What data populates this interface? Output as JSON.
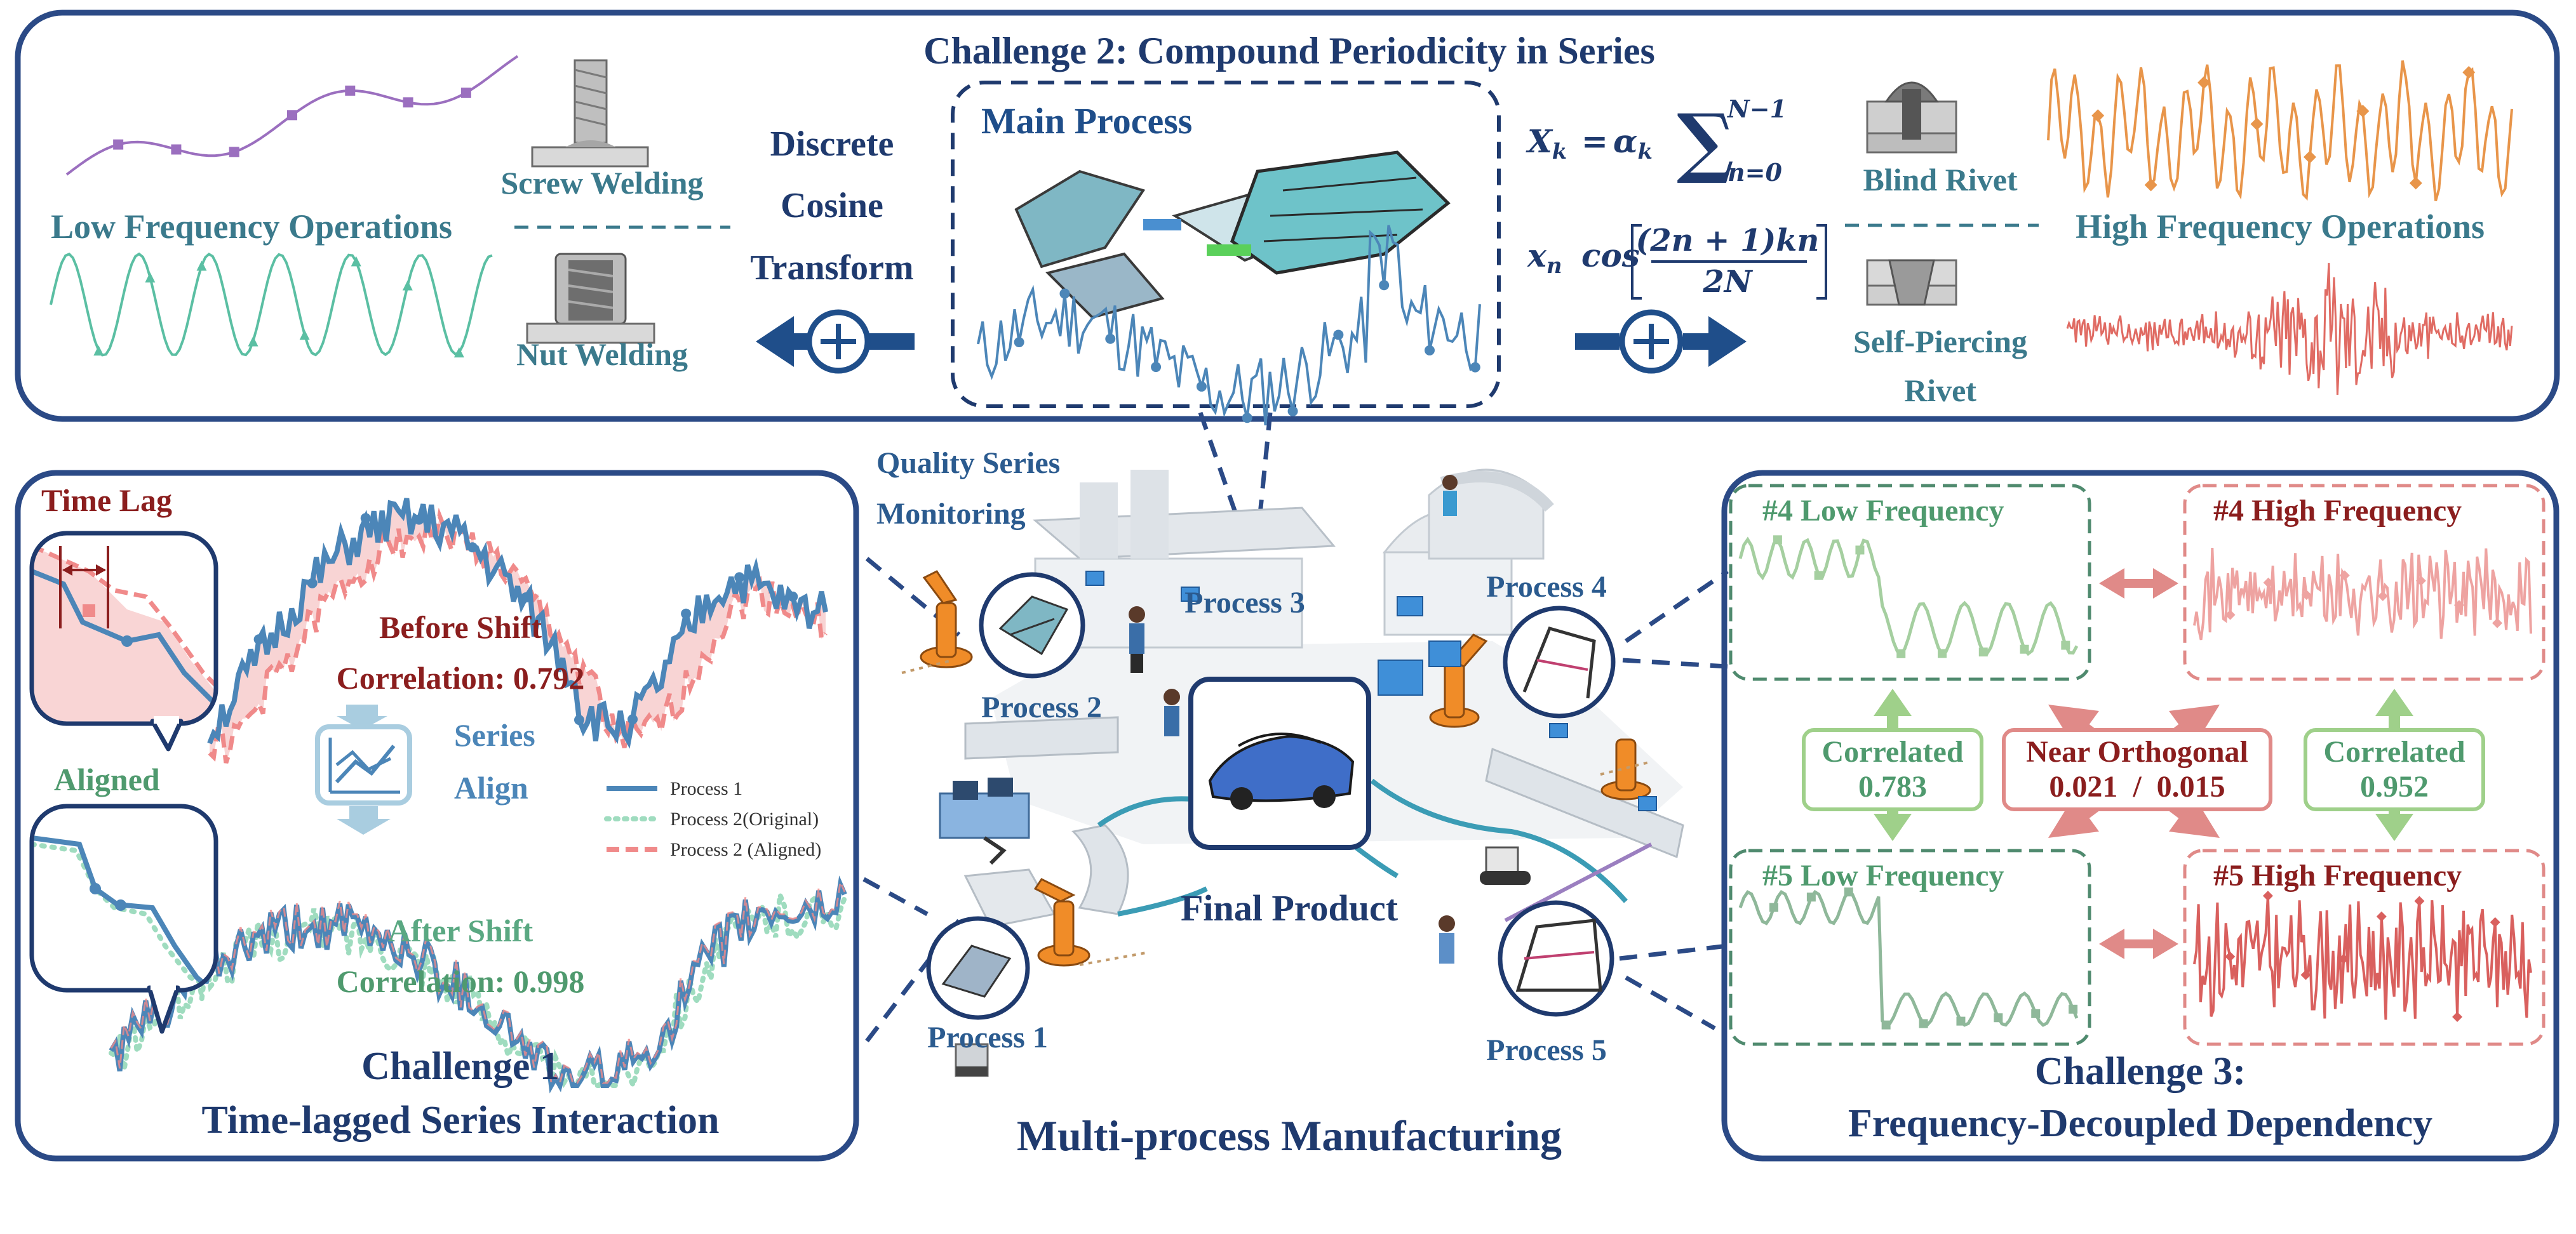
{
  "challenge2": {
    "title": "Challenge 2: Compound Periodicity in Series",
    "low_ops": "Low Frequency Operations",
    "high_ops": "High Frequency Operations",
    "screw_welding": "Screw Welding",
    "nut_welding": "Nut Welding",
    "dct_lines": [
      "Discrete",
      "Cosine",
      "Transform"
    ],
    "main_process": "Main Process",
    "blind_rivet": "Blind Rivet",
    "spr_lines": [
      "Self-Piercing",
      "Rivet"
    ],
    "formula": {
      "lhs": "X",
      "lhs_sub": "k",
      "eq": "=",
      "alpha": "α",
      "alpha_sub": "k",
      "sum_top": "N−1",
      "sum_bot": "n=0",
      "x": "x",
      "x_sub": "n",
      "cos": "cos",
      "numerator": "(2n + 1)kn",
      "denominator": "2N"
    }
  },
  "challenge1": {
    "time_lag": "Time Lag",
    "before_shift": "Before Shift",
    "corr_before": "Correlation: 0.792",
    "series_align": [
      "Series",
      "Align"
    ],
    "aligned": "Aligned",
    "after_shift": "After Shift",
    "corr_after": "Correlation: 0.998",
    "title": [
      "Challenge 1",
      "Time-lagged Series Interaction"
    ],
    "legend": [
      "Process 1",
      "Process 2(Original)",
      "Process 2 (Aligned)"
    ]
  },
  "center": {
    "quality_monitoring": [
      "Quality Series",
      "Monitoring"
    ],
    "processes": [
      "Process 1",
      "Process 2",
      "Process 3",
      "Process 4",
      "Process 5"
    ],
    "final_product": "Final Product",
    "title": "Multi-process Manufacturing"
  },
  "challenge3": {
    "p4_low": "#4 Low Frequency",
    "p4_high": "#4 High Frequency",
    "p5_low": "#5 Low Frequency",
    "p5_high": "#5 High Frequency",
    "corr_left": [
      "Correlated",
      "0.783"
    ],
    "near_orth": [
      "Near Orthogonal",
      "0.021  /  0.015"
    ],
    "corr_right": [
      "Correlated",
      "0.952"
    ],
    "title": [
      "Challenge 3:",
      "Frequency-Decoupled Dependency"
    ]
  },
  "colors": {
    "navy": "#1f3a6e",
    "frame": "#2b4a86",
    "teal": "#3b7a8c",
    "purple": "#9b6fbf",
    "mint": "#5bbfa3",
    "orange": "#e8954a",
    "coral": "#e06b63",
    "blue_series": "#4c86b8",
    "dark_red": "#8b1e1e",
    "green": "#4f9a6e",
    "light_green": "#9fd08a",
    "pink": "#e8908e"
  }
}
